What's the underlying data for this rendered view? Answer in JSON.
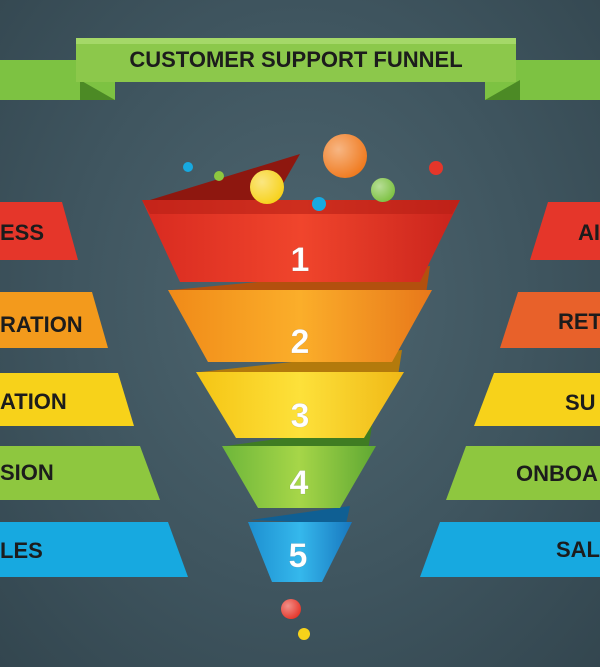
{
  "title": "CUSTOMER SUPPORT FUNNEL",
  "colors": {
    "background": "#3f555f",
    "banner": "#7dc242",
    "stage1": "#e5362a",
    "stage2": "#f39a1c",
    "stage3": "#f7d21a",
    "stage4": "#8ec73f",
    "stage5": "#17a9e0"
  },
  "funnel": {
    "stages": [
      {
        "number": "1"
      },
      {
        "number": "2"
      },
      {
        "number": "3"
      },
      {
        "number": "4"
      },
      {
        "number": "5"
      }
    ]
  },
  "left_labels": [
    "ESS",
    "RATION",
    "ATION",
    "SION",
    "LES"
  ],
  "right_labels": [
    "AI",
    "RET",
    "SU",
    "ONBOA",
    "SAL"
  ]
}
